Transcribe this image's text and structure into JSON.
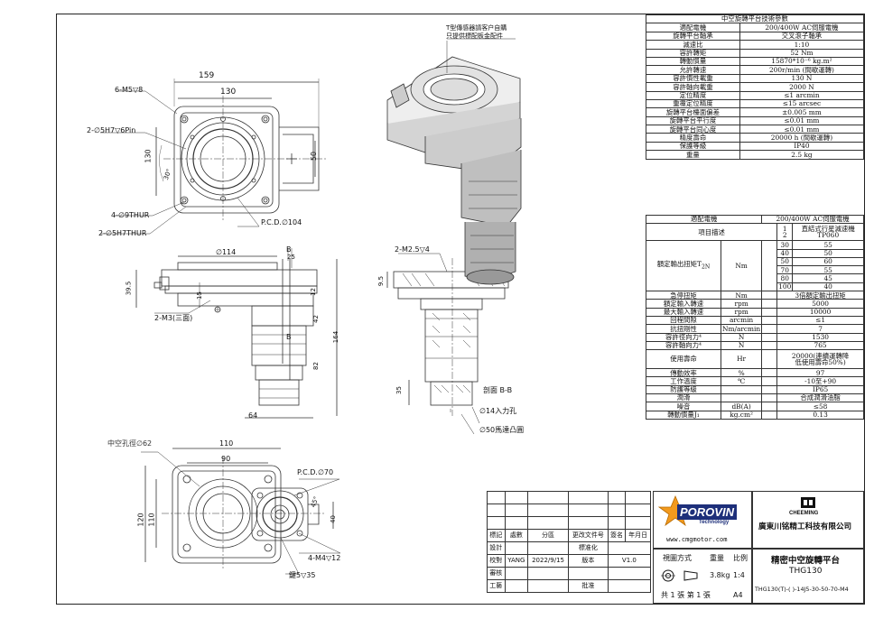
{
  "spec_table": {
    "title": "中空旋轉平台技術參數",
    "rows": [
      {
        "k": "適配電機",
        "v": "200/400W AC伺服電機"
      },
      {
        "k": "旋轉平台軸承",
        "v": "交叉滾子軸承"
      },
      {
        "k": "減速比",
        "v": "1:10"
      },
      {
        "k": "容許轉矩",
        "v": "52 Nm"
      },
      {
        "k": "轉動慣量",
        "v": "15870*10⁻⁶ kg.m²"
      },
      {
        "k": "允許轉速",
        "v": "200r/min (間歇運轉)"
      },
      {
        "k": "容許慣性載重",
        "v": "130 N"
      },
      {
        "k": "容許軸向載重",
        "v": "2000 N"
      },
      {
        "k": "定位精度",
        "v": "≤1 arcmin"
      },
      {
        "k": "重覆定位精度",
        "v": "≤15 arcsec"
      },
      {
        "k": "旋轉平台檯面偏差",
        "v": "±0.005 mm"
      },
      {
        "k": "旋轉平台平行度",
        "v": "≤0.01 mm"
      },
      {
        "k": "旋轉平台同心度",
        "v": "≤0.01 mm"
      },
      {
        "k": "精度壽命",
        "v": "20000 h (間歇運轉)"
      },
      {
        "k": "保護等級",
        "v": "IP40"
      },
      {
        "k": "重量",
        "v": "2.5 kg"
      }
    ]
  },
  "gear_table": {
    "motor_label": "適配電機",
    "motor_value": "200/400W AC伺服電機",
    "item_label": "項目描述",
    "stage": "1",
    "stage_sub": "2",
    "product": "直結式行星減速機",
    "model": "TP060",
    "torque_label": "額定輸出扭矩T",
    "torque_sub": "2N",
    "torque_unit": "Nm",
    "ratios": [
      {
        "r": "30",
        "v": "55"
      },
      {
        "r": "40",
        "v": "50"
      },
      {
        "r": "50",
        "v": "60"
      },
      {
        "r": "70",
        "v": "55"
      },
      {
        "r": "80",
        "v": "45"
      },
      {
        "r": "100",
        "v": "40"
      }
    ],
    "rows": [
      {
        "k": "急停扭矩",
        "u": "Nm",
        "v": "3倍額定輸出扭矩"
      },
      {
        "k": "額定輸入轉速",
        "u": "rpm",
        "v": "5000"
      },
      {
        "k": "最大輸入轉速",
        "u": "rpm",
        "v": "10000"
      },
      {
        "k": "回程間隙",
        "u": "arcmin",
        "v": "≤1"
      },
      {
        "k": "抗扭剛性",
        "u": "Nm/arcmin",
        "v": "7"
      },
      {
        "k": "容許徑向力⁴",
        "u": "N",
        "v": "1530"
      },
      {
        "k": "容許軸向力⁴",
        "u": "N",
        "v": "765"
      }
    ],
    "life_label": "使用壽命",
    "life_unit": "Hr",
    "life_value_1": "20000(連續運轉降",
    "life_value_2": "低使用壽命50%)",
    "rows2": [
      {
        "k": "傳動效率",
        "u": "%",
        "v": "97"
      },
      {
        "k": "工作溫度",
        "u": "℃",
        "v": "-10至+90"
      },
      {
        "k": "防護等級",
        "u": "",
        "v": "IP65"
      },
      {
        "k": "潤滑",
        "u": "",
        "v": "合成潤滑油脂"
      },
      {
        "k": "噪音",
        "u": "dB(A)",
        "v": "≤58"
      },
      {
        "k": "轉動慣量J₁",
        "u": "kg.cm²",
        "v": "0.13"
      }
    ]
  },
  "title_block": {
    "h1": "標記",
    "h2": "處數",
    "h3": "分區",
    "h4": "更改文件号",
    "h5": "簽名",
    "h6": "年月日",
    "design": "設計",
    "standard": "標准化",
    "check": "校對",
    "checker": "YANG",
    "date": "2022/9/15",
    "version_label": "版本",
    "version": "V1.0",
    "review": "審核",
    "craft": "工藝",
    "approve": "批准",
    "view_label": "視圖方式",
    "weight_label": "重量",
    "scale_label": "比例",
    "weight": "3.8kg",
    "scale": "1:4",
    "sheet_info": "共 1 張 第 1 張",
    "paper": "A4",
    "company": "廣東川铭精工科技有限公司",
    "brand_top": "CHEEMING",
    "product_name": "精密中空旋轉平台",
    "model": "THG130",
    "drawing_no": "THG130(T)-( )-14J5-30-50-70-M4",
    "logo_text": "POROVIN",
    "logo_sub": "Technology",
    "website": "www.cmgmotor.com"
  },
  "annotations": {
    "sensor_note_1": "T型傳感器請客户自購",
    "sensor_note_2": "只提供標配板金配件",
    "d159": "159",
    "d130": "130",
    "d130v": "130",
    "d50": "50",
    "m5": "6-M5▽8",
    "pin": "2-∅5H7▽6Pin",
    "thru9": "4-∅9THUR",
    "thru5": "2-∅5H7THUR",
    "pcd104": "P.C.D.∅104",
    "ang30": "30°",
    "d114": "∅114",
    "B1": "B",
    "B2": "B",
    "d395": "39.5",
    "d15": "15",
    "d12": "12",
    "d42": "42",
    "d164": "164",
    "d82": "82",
    "d64": "64",
    "d25": "25",
    "m3": "2-M3(三面)",
    "m25": "2-M2.5▽4",
    "d95": "9.5",
    "d35": "35",
    "section": "剖面 B-B",
    "in_hole": "∅14入力孔",
    "spigot": "∅50馬達凸圓",
    "hollow": "中空孔徑∅62",
    "d110": "110",
    "d90": "90",
    "pcd70": "P.C.D.∅70",
    "ang45": "45°",
    "d120": "120",
    "d110v": "110",
    "d40": "40",
    "m4": "4-M4▽12",
    "key": "鍵5▽35"
  }
}
